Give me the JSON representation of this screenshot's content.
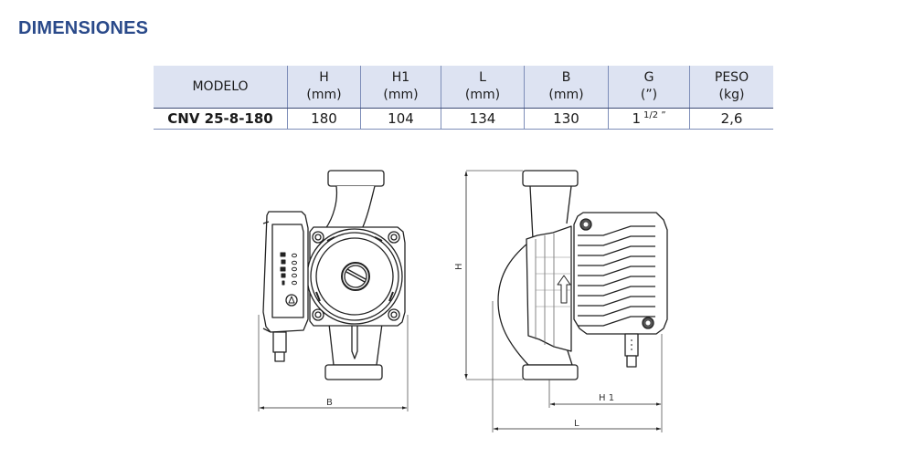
{
  "header": {
    "title": "DIMENSIONES"
  },
  "table": {
    "columns": [
      {
        "name": "MODELO",
        "unit": ""
      },
      {
        "name": "H",
        "unit": "(mm)"
      },
      {
        "name": "H1",
        "unit": "(mm)"
      },
      {
        "name": "L",
        "unit": "(mm)"
      },
      {
        "name": "B",
        "unit": "(mm)"
      },
      {
        "name": "G",
        "unit": "(”)"
      },
      {
        "name": "PESO",
        "unit": "(kg)"
      }
    ],
    "rows": [
      {
        "modelo": "CNV 25-8-180",
        "h": "180",
        "h1": "104",
        "l": "134",
        "b": "130",
        "g_whole": "1",
        "g_fraction": "1/2 ”",
        "peso": "2,6"
      }
    ]
  },
  "drawing": {
    "front_view": {
      "dimension_label_b": "B"
    },
    "side_view": {
      "dimension_label_h": "H",
      "dimension_label_h1": "H 1",
      "dimension_label_l": "L"
    }
  },
  "colors": {
    "title": "#2a4a8a",
    "table_header_bg": "#dde3f2",
    "table_border": "#7d8db8"
  }
}
